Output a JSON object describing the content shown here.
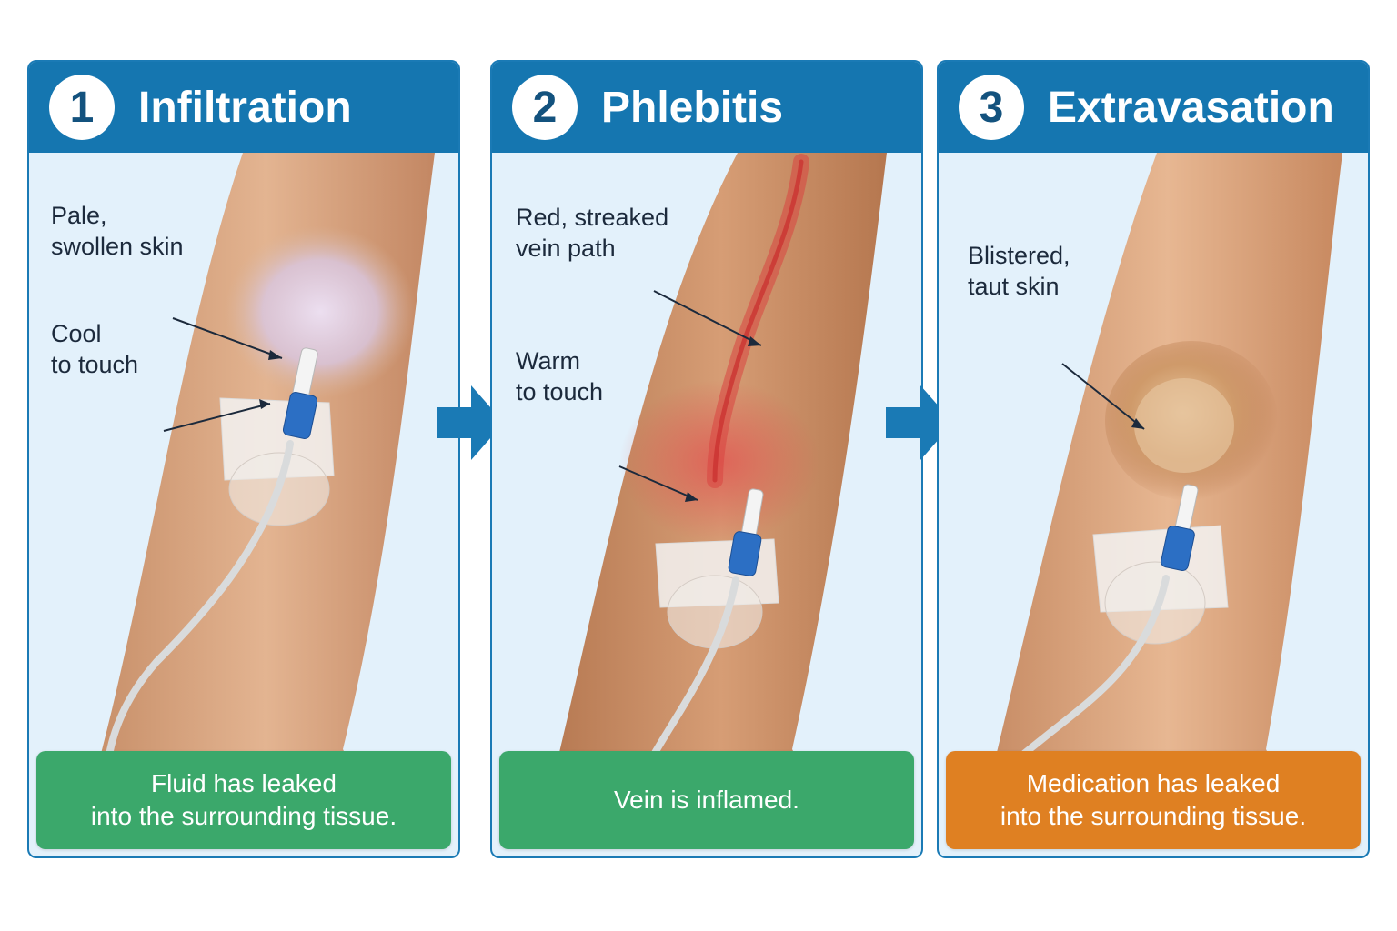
{
  "panels": [
    {
      "number": "1",
      "title": "Infiltration",
      "labels": [
        "Pale,\nswollen skin",
        "Cool\nto touch"
      ],
      "result": "Fluid has leaked\ninto the surrounding tissue.",
      "result_color": "#3ba86b"
    },
    {
      "number": "2",
      "title": "Phlebitis",
      "labels": [
        "Red, streaked\nvein path",
        "Warm\nto touch"
      ],
      "result": "Vein is inflamed.",
      "result_color": "#3ba86b"
    },
    {
      "number": "3",
      "title": "Extravasation",
      "labels": [
        "Blistered,\ntaut skin"
      ],
      "result": "Medication has leaked\ninto the surrounding tissue.",
      "result_color": "#df8022"
    }
  ],
  "colors": {
    "header": "#1576b0",
    "panel_bg": "#e3f1fb",
    "arrow": "#1a7ab5"
  }
}
